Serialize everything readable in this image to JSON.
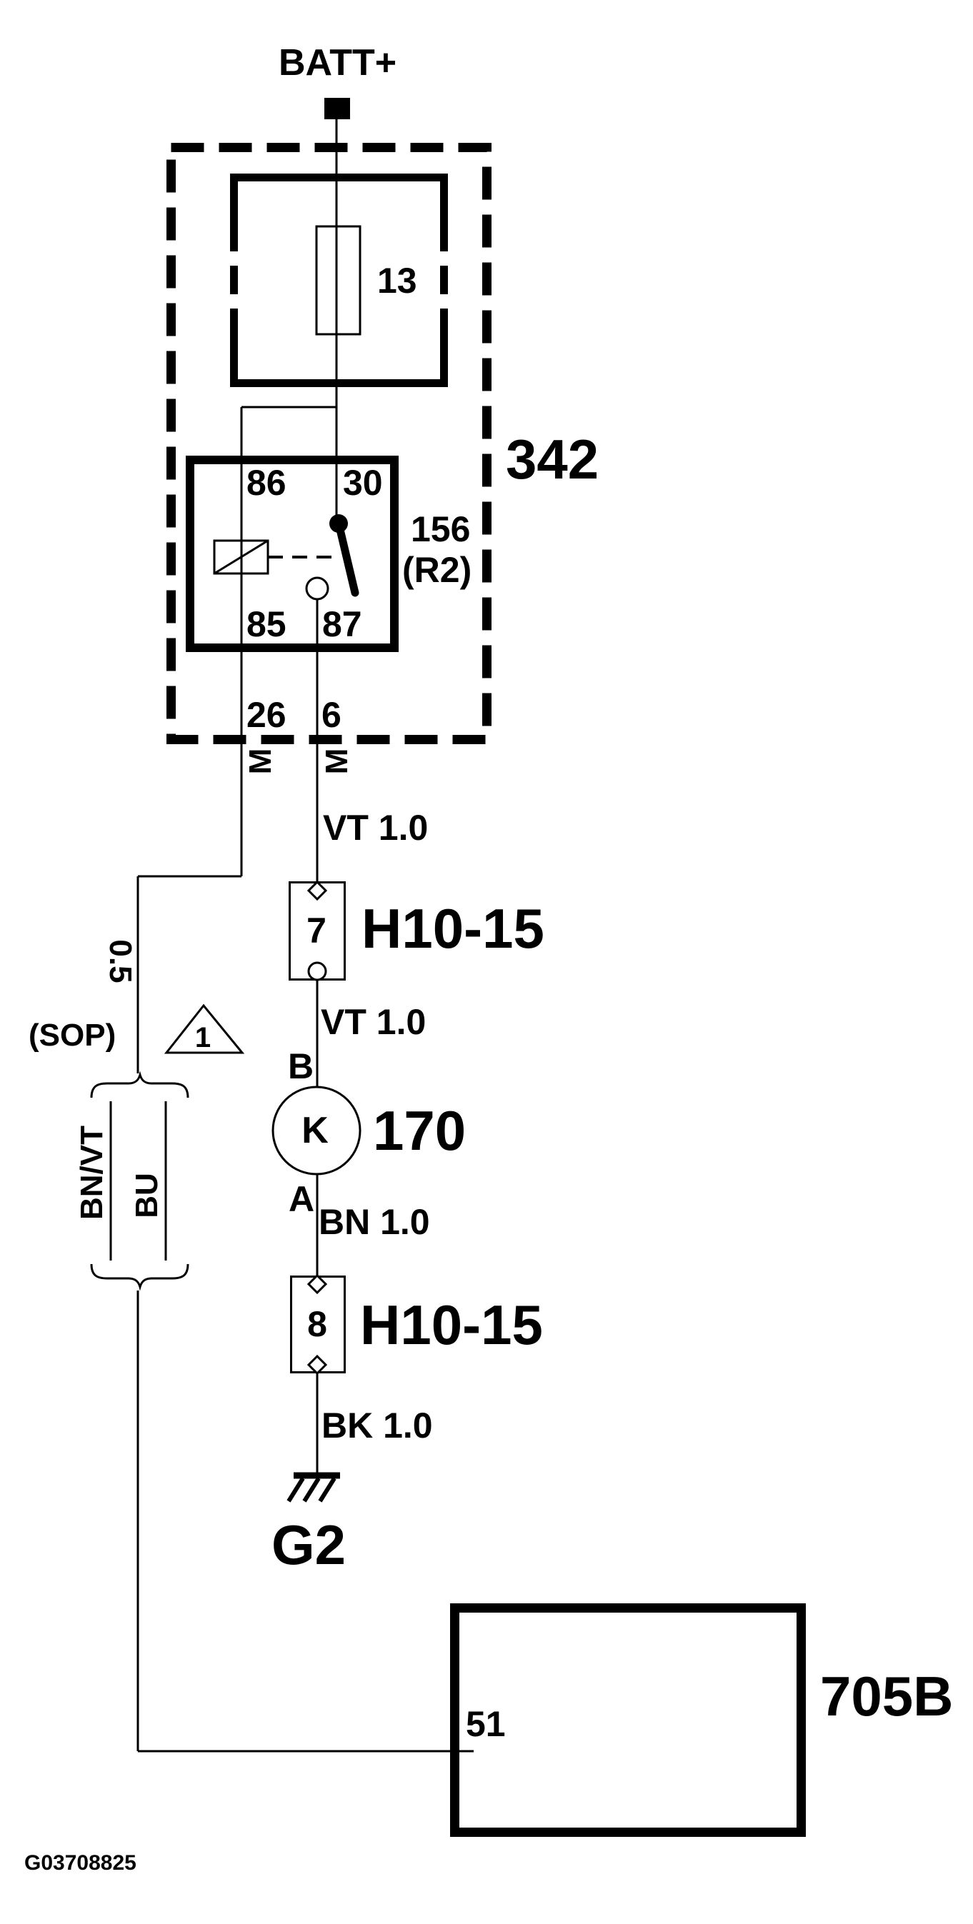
{
  "colors": {
    "ink": "#000000",
    "paper": "#ffffff"
  },
  "battery": {
    "label": "BATT+"
  },
  "box342": {
    "label": "342",
    "fuse_label": "13",
    "relay": {
      "label": "156",
      "sublabel": "(R2)",
      "pin86": "86",
      "pin30": "30",
      "pin85": "85",
      "pin87": "87"
    },
    "pin26": "26",
    "pin6": "6",
    "m_left": "M",
    "m_right": "M"
  },
  "wires": {
    "vt_upper": "VT 1.0",
    "vt_lower": "VT 1.0",
    "bn": "BN 1.0",
    "bk": "BK 1.0",
    "size": "0.5"
  },
  "connector7": {
    "number": "7",
    "label": "H10-15"
  },
  "connector8": {
    "number": "8",
    "label": "H10-15"
  },
  "component170": {
    "letter": "K",
    "label": "170",
    "pin_b": "B",
    "pin_a": "A"
  },
  "ground": {
    "label": "G2"
  },
  "options": {
    "sop": "(SOP)",
    "triangle_ref": "1",
    "color1": "BN/VT",
    "color2": "BU"
  },
  "box705b": {
    "label": "705B",
    "pin51": "51"
  },
  "footer": {
    "code": "G03708825"
  }
}
